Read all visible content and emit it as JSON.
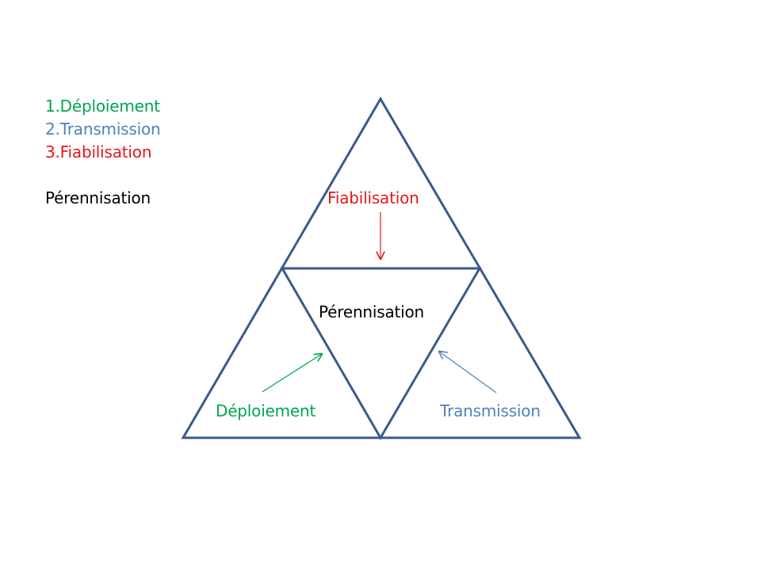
{
  "legend": {
    "items": [
      {
        "label": "1.Déploiement",
        "color": "#00a550"
      },
      {
        "label": "2.Transmission",
        "color": "#4f81bd"
      },
      {
        "label": "3.Fiabilisation",
        "color": "#e3191b"
      }
    ],
    "summary": "Pérennisation"
  },
  "diagram": {
    "outline_color": "#3a5a8c",
    "top": {
      "label": "Fiabilisation",
      "color": "#e3191b"
    },
    "center": {
      "label": "Pérennisation",
      "color": "#000000"
    },
    "bottom_left": {
      "label": "Déploiement",
      "color": "#00a550"
    },
    "bottom_right": {
      "label": "Transmission",
      "color": "#4f81bd"
    }
  }
}
